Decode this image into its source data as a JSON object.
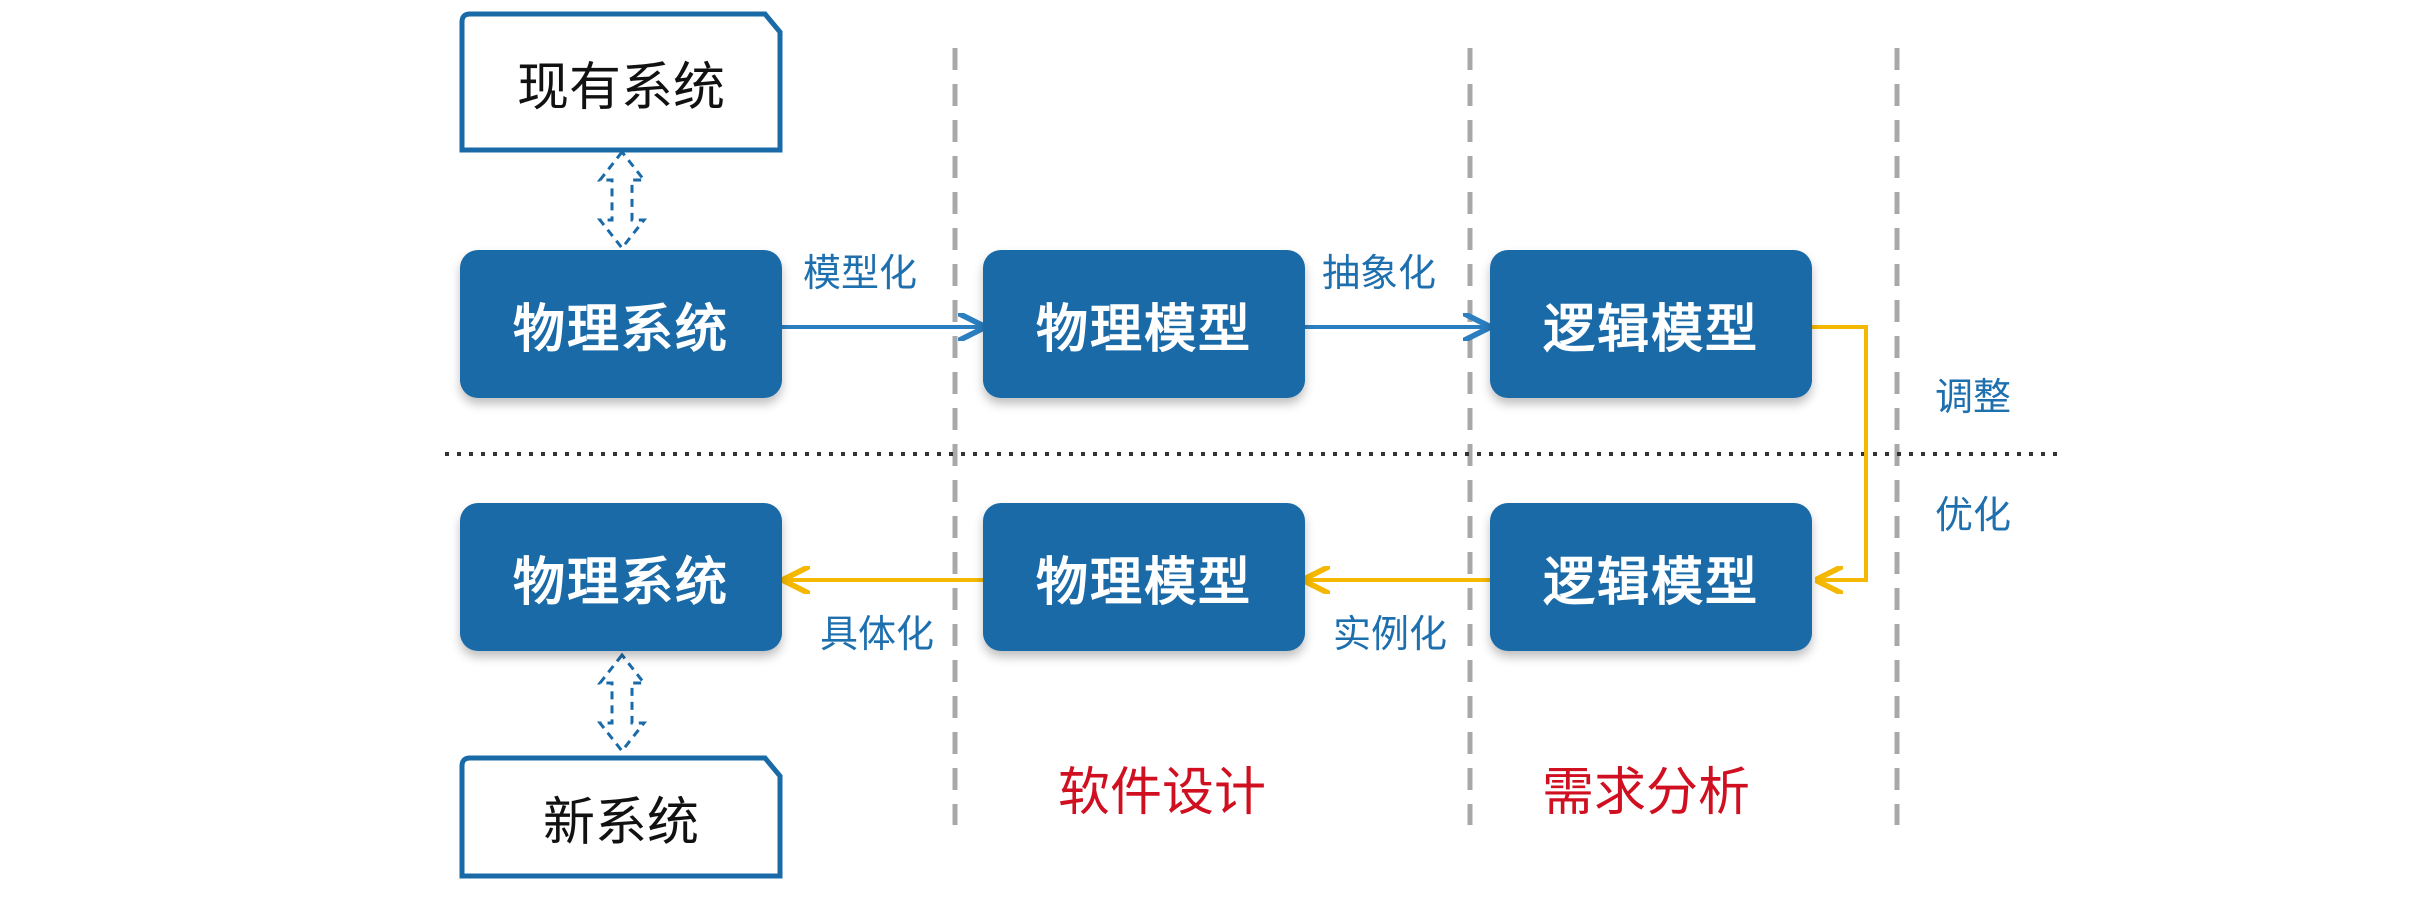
{
  "colors": {
    "box_fill": "#1a6aa8",
    "arrow_blue": "#2b7fc1",
    "arrow_yellow": "#f5b800",
    "label_blue": "#1e6fae",
    "label_red": "#d01020",
    "divider_gray": "#a8a8a8"
  },
  "outer_systems": {
    "existing": "现有系统",
    "new": "新系统"
  },
  "top_row": {
    "box1": "物理系统",
    "box2": "物理模型",
    "box3": "逻辑模型",
    "arrow1_label": "模型化",
    "arrow2_label": "抽象化"
  },
  "bottom_row": {
    "box1": "物理系统",
    "box2": "物理模型",
    "box3": "逻辑模型",
    "arrow1_label": "具体化",
    "arrow2_label": "实例化"
  },
  "side_labels": {
    "adjust": "调整",
    "optimize": "优化"
  },
  "phases": {
    "software_design": "软件设计",
    "requirements_analysis": "需求分析"
  }
}
